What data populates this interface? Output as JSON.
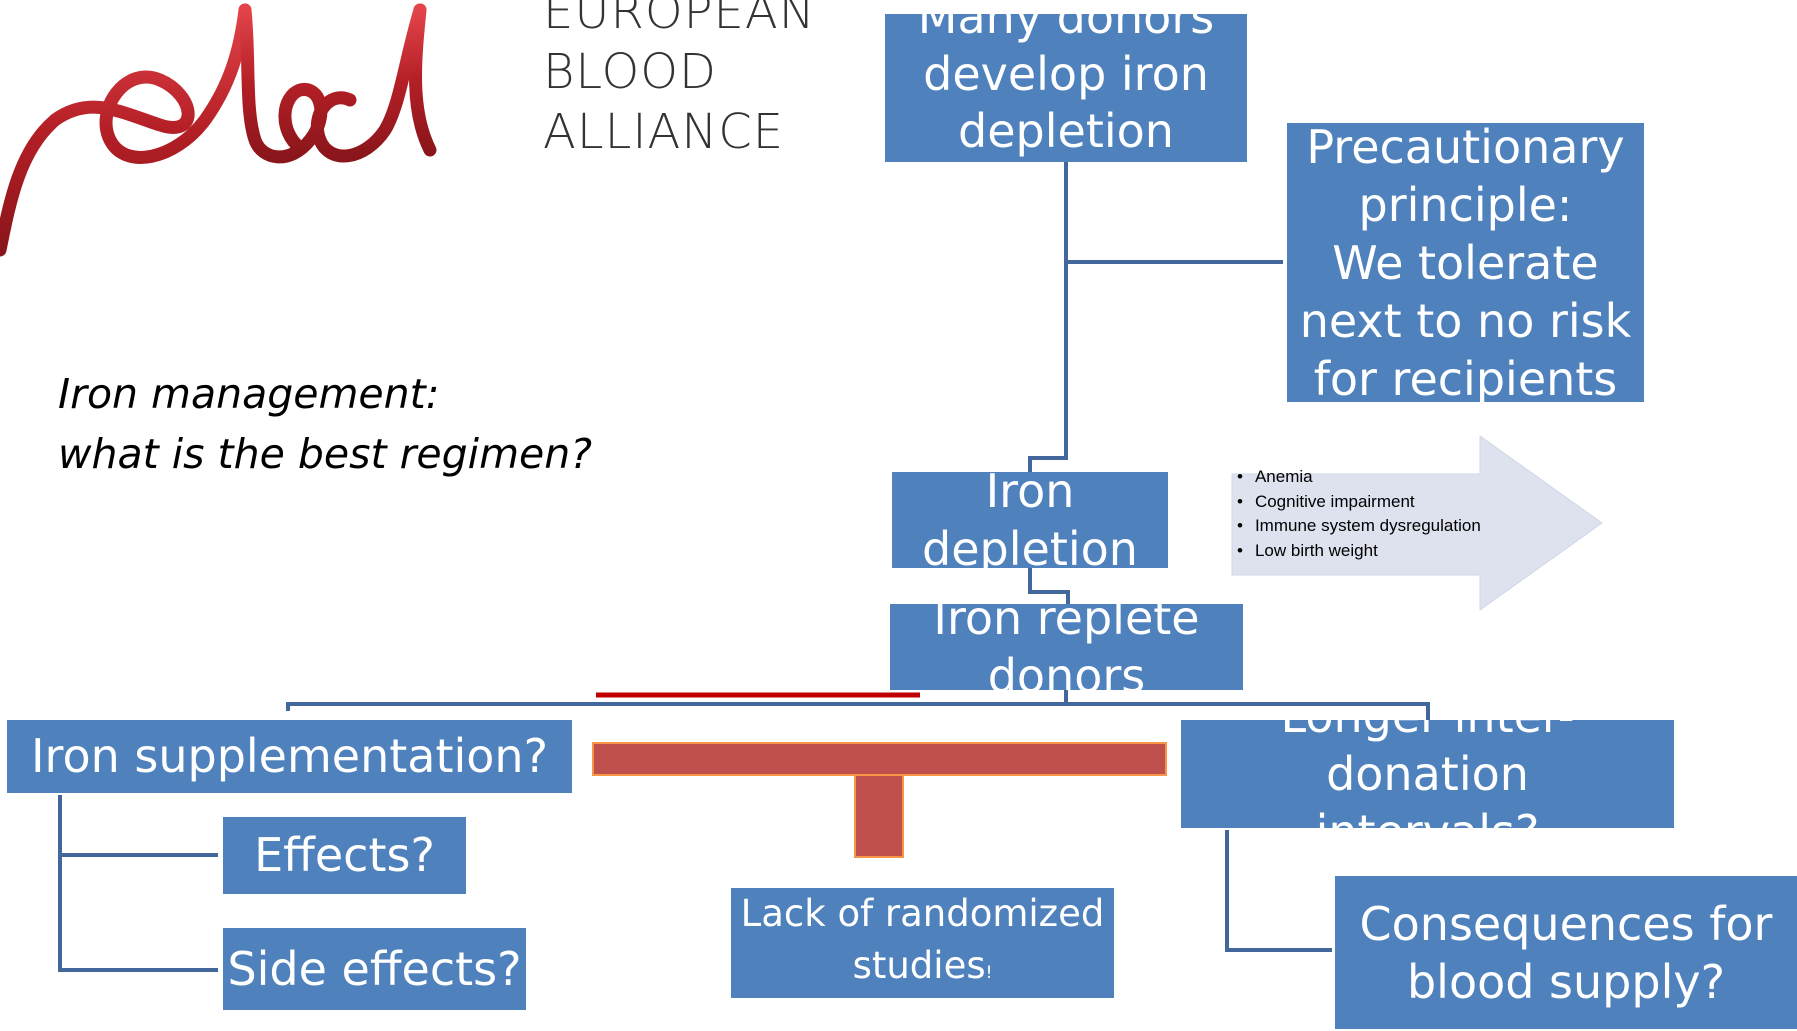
{
  "logo": {
    "mark": "eba",
    "org_lines": [
      "EUROPEAN",
      "BLOOD",
      "ALLIANCE"
    ]
  },
  "question": [
    "Iron management:",
    "what is the best regimen?"
  ],
  "boxes": {
    "many_donors": "Many donors\ndevelop iron\ndepletion",
    "precautionary": "Precautionary\nprinciple:\nWe tolerate\nnext to no risk\nfor recipients",
    "iron_depletion": "Iron\ndepletion",
    "iron_replete": "Iron replete\ndonors",
    "iron_supplementation": "Iron supplementation?",
    "longer_intervals": "Longer inter-donation\nintervals?",
    "effects": "Effects?",
    "side_effects": "Side effects?",
    "lack_of_studies": "Lack of randomized",
    "lack_of_studies_2": "studies",
    "lack_of_studies_mark": "!",
    "consequences": "Consequences for\nblood supply?"
  },
  "consequences_arrow": [
    "Anemia",
    "Cognitive impairment",
    "Immune system dysregulation",
    "Low birth weight"
  ],
  "colors": {
    "box": "#4f81bd",
    "connector": "#41679b",
    "arrow": "#dde2ee",
    "tbar": "#c0504d",
    "tbar_outline": "#f79646",
    "logo_red": "#c0272d"
  },
  "icons": [
    "logo-swirl-icon",
    "arrow-right-icon",
    "balance-t-icon"
  ]
}
